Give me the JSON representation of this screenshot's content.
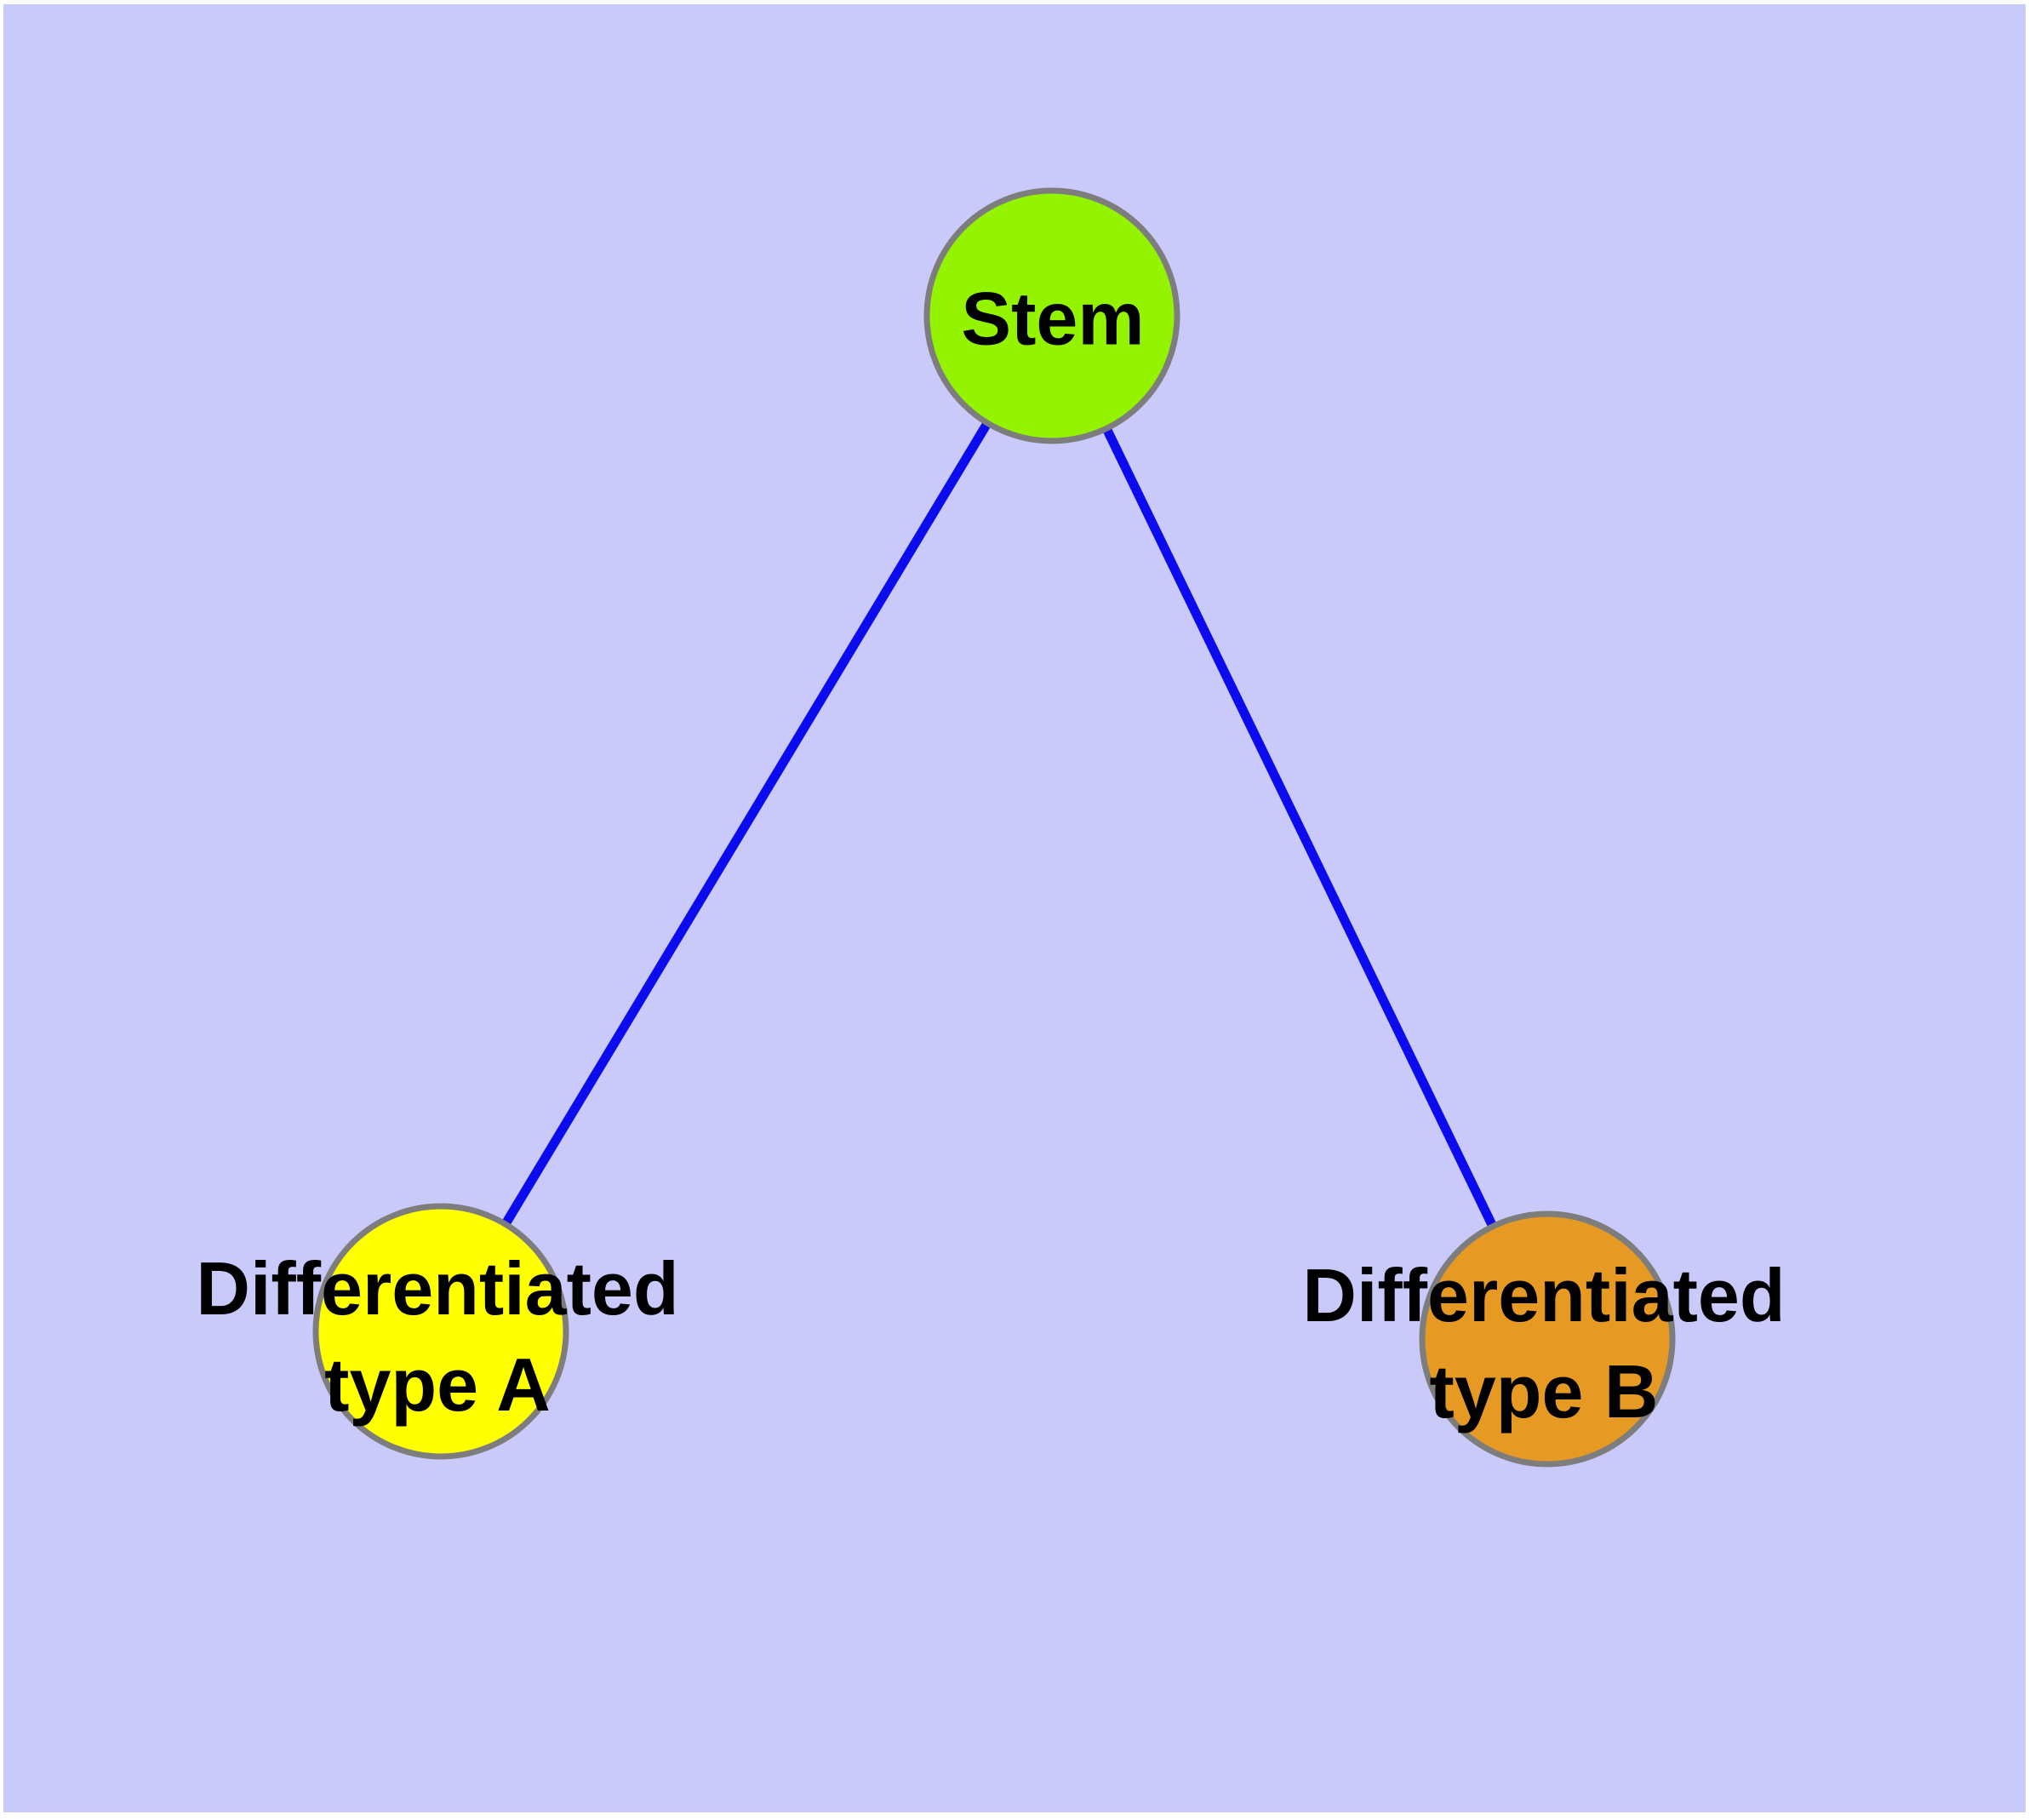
{
  "figure": {
    "type": "graph-diagram",
    "background_color": "#C9C9FA",
    "frame_color": "#FFFFFF",
    "edge_color": "#0B0BEE",
    "node_border_color": "#7D7D7D",
    "text_color": "#000000",
    "nodes": [
      {
        "id": "stem",
        "label": "Stem",
        "lines": [
          "Stem"
        ],
        "fill_color": "#94F400"
      },
      {
        "id": "type-a",
        "label": "Differentiated type A",
        "lines": [
          "Differentiated",
          "type A"
        ],
        "fill_color": "#FFFF00"
      },
      {
        "id": "type-b",
        "label": "Differentiated type B",
        "lines": [
          "Differentiated",
          "type B"
        ],
        "fill_color": "#E79A23"
      }
    ],
    "edges": [
      {
        "from": "stem",
        "to": "type-a"
      },
      {
        "from": "stem",
        "to": "type-b"
      }
    ]
  }
}
